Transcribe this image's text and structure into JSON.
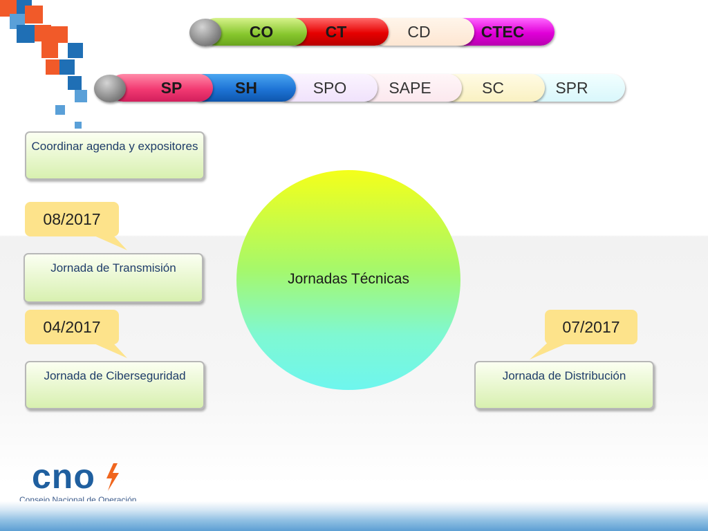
{
  "committees_row1": [
    "CO",
    "CT",
    "CD",
    "CTEC"
  ],
  "committees_row2": [
    "SP",
    "SH",
    "SPO",
    "SAPE",
    "SC",
    "SPR"
  ],
  "center_circle": "Jornadas Técnicas",
  "boxes": {
    "agenda": "Coordinar agenda y expositores",
    "transmision": "Jornada de Transmisión",
    "ciberseguridad": "Jornada de Ciberseguridad",
    "distribucion": "Jornada de Distribución"
  },
  "dates": {
    "transmision": "08/2017",
    "ciberseguridad": "04/2017",
    "distribucion": "07/2017"
  },
  "logo": {
    "wordmark": "cno",
    "subtitle": "Consejo Nacional de Operación"
  },
  "colors": {
    "callout": "#fde38b",
    "box_text": "#1f3c6a",
    "logo_blue": "#1f5f9f",
    "logo_orange": "#f0661e"
  }
}
